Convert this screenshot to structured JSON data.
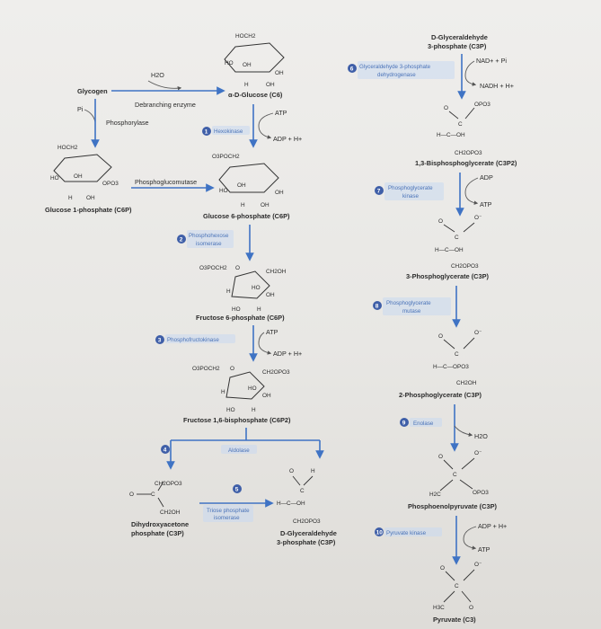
{
  "molecules": {
    "glycogen": "Glycogen",
    "glucose": "α-D-Glucose (C6)",
    "g1p": "Glucose 1-phosphate (C6P)",
    "g6p": "Glucose 6-phosphate (C6P)",
    "f6p": "Fructose 6-phosphate (C6P)",
    "f16bp": "Fructose 1,6-bisphosphate (C6P2)",
    "dhap_1": "Dihydroxyacetone",
    "dhap_2": "phosphate (C3P)",
    "gap_bottom_1": "D-Glyceraldehyde",
    "gap_bottom_2": "3-phosphate (C3P)",
    "gap_top_1": "D-Glyceraldehyde",
    "gap_top_2": "3-phosphate (C3P)",
    "bpg13": "1,3-Bisphosphoglycerate (C3P2)",
    "pg3": "3-Phosphoglycerate (C3P)",
    "pg2": "2-Phosphoglycerate (C3P)",
    "pep": "Phosphoenolpyruvate (C3P)",
    "pyruvate": "Pyruvate (C3)"
  },
  "enzymes": {
    "debranching": "Debranching enzyme",
    "phosphorylase": "Phosphorylase",
    "hexokinase": "Hexokinase",
    "phosphoglucomutase": "Phosphoglucomutase",
    "phi_1": "Phosphohexose",
    "phi_2": "isomerase",
    "pfk": "Phosphofructokinase",
    "aldolase": "Aldolase",
    "tpi_1": "Triose phosphate",
    "tpi_2": "isomerase",
    "gapdh_1": "Glyceraldehyde 3-phosphate",
    "gapdh_2": "dehydrogenase",
    "pgk_1": "Phosphoglycerate",
    "pgk_2": "kinase",
    "pgm_1": "Phosphoglycerate",
    "pgm_2": "mutase",
    "enolase": "Enolase",
    "pk": "Pyruvate kinase"
  },
  "cofactors": {
    "h2o_top": "H2O",
    "pi_top": "Pi",
    "atp_hexo": "ATP",
    "adp_hexo": "ADP + H+",
    "atp_pfk": "ATP",
    "adp_pfk": "ADP + H+",
    "nad": "NAD+ + Pi",
    "nadh": "NADH + H+",
    "adp_pgk": "ADP",
    "atp_pgk": "ATP",
    "h2o_eno": "H2O",
    "adp_pk": "ADP + H+",
    "atp_pk": "ATP"
  },
  "steps": [
    "1",
    "2",
    "3",
    "4",
    "5",
    "6",
    "7",
    "8",
    "9",
    "10"
  ],
  "groups": {
    "hoch2": "HOCH2",
    "ch2oh": "CH2OH",
    "ch2opo3": "CH2OPO3",
    "opo3": "OPO3",
    "o3poch2": "O3POCH2",
    "oh": "OH",
    "h": "H",
    "ho": "HO",
    "o": "O",
    "c": "C",
    "o_minus": "O⁻",
    "h_c_oh": "H—C—OH",
    "h_c_opo3": "H—C—OPO3",
    "h2c": "H2C",
    "h3c": "H3C"
  }
}
